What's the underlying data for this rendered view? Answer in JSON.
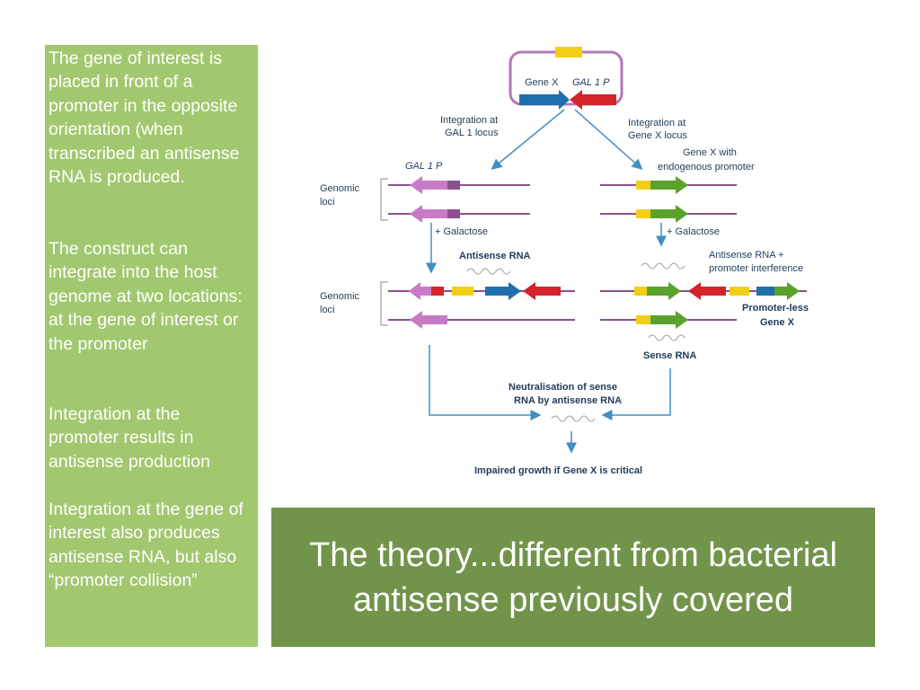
{
  "paragraphs": [
    "The gene of interest is placed in front of a promoter in the opposite orientation (when transcribed an antisense RNA is produced.",
    "The construct can integrate into the host genome at two locations: at the gene of interest or the promoter",
    "Integration at the promoter results in antisense production",
    "Integration at the gene of interest also produces antisense RNA, but also “promoter collision”"
  ],
  "callout": "The theory...different from bacterial antisense previously covered",
  "diagram": {
    "plasmid_gene_label": "Gene X",
    "plasmid_promoter_label": "GAL 1 P",
    "left_integration": [
      "Integration at",
      "GAL 1 locus"
    ],
    "right_integration": [
      "Integration at",
      "Gene X locus"
    ],
    "gene_x_with": [
      "Gene X with",
      "endogenous promoter"
    ],
    "gal1p_label": "GAL 1 P",
    "genomic_loci_1": [
      "Genomic",
      "loci"
    ],
    "genomic_loci_2": [
      "Genomic",
      "loci"
    ],
    "galactose_left": "+ Galactose",
    "galactose_right": "+ Galactose",
    "antisense_rna": "Antisense RNA",
    "antisense_interference": [
      "Antisense RNA +",
      "promoter interference"
    ],
    "promoterless": [
      "Promoter-less",
      "Gene X"
    ],
    "sense_rna": "Sense RNA",
    "neutralisation": [
      "Neutralisation of sense",
      "RNA by antisense RNA"
    ],
    "impaired": "Impaired growth if Gene X is critical"
  },
  "colors": {
    "left_panel": "#a1c86f",
    "callout": "#72944a",
    "arrow_blue": "#3f8fc4",
    "gene_blue": "#1f6fae",
    "promoter_red": "#d4242a",
    "genome_purple": "#8e4f8f",
    "yellow_box": "#f2cf16",
    "green_gene": "#5aa22c",
    "pink_gene": "#c97ac7"
  }
}
